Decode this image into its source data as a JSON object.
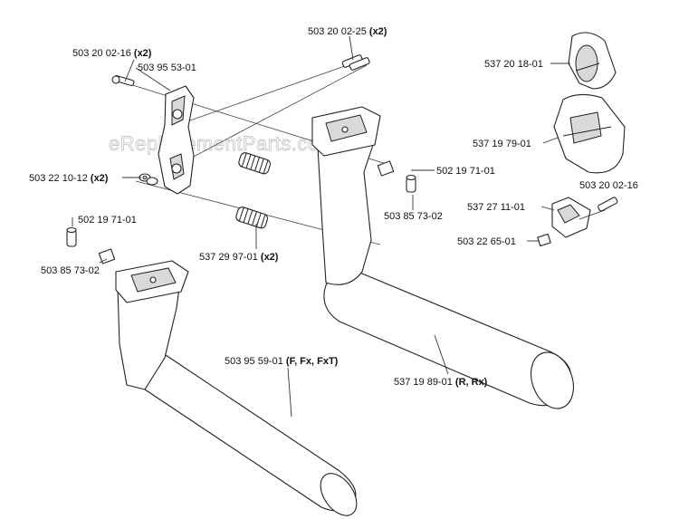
{
  "watermark": "eReplacementParts.com",
  "labels": {
    "bolt_top_left": {
      "code": "503 20 02-16",
      "qty": "(x2)"
    },
    "bolt_top_right": {
      "code": "503 20 02-25",
      "qty": "(x2)"
    },
    "bracket": {
      "code": "503 95 53-01",
      "qty": ""
    },
    "washers": {
      "code": "503 22 10-12",
      "qty": "(x2)"
    },
    "spacer_right": {
      "code": "502 19 71-01",
      "qty": ""
    },
    "pivot_right": {
      "code": "503 85 73-02",
      "qty": ""
    },
    "spacer_left": {
      "code": "502 19 71-01",
      "qty": ""
    },
    "pivot_left": {
      "code": "503 85 73-02",
      "qty": ""
    },
    "spring": {
      "code": "537 29 97-01",
      "qty": "(x2)"
    },
    "clip_top": {
      "code": "537 20 18-01",
      "qty": ""
    },
    "clip_mid": {
      "code": "537 19 79-01",
      "qty": ""
    },
    "bracket_small": {
      "code": "537 27 11-01",
      "qty": ""
    },
    "bolt_right": {
      "code": "503 20 02-16",
      "qty": ""
    },
    "nut_right": {
      "code": "503 22 65-01",
      "qty": ""
    },
    "handle_left": {
      "code": "503 95 59-01",
      "qty": "(F, Fx, FxT)"
    },
    "handle_right": {
      "code": "537 19 89-01",
      "qty": "(R, Rx)"
    }
  }
}
